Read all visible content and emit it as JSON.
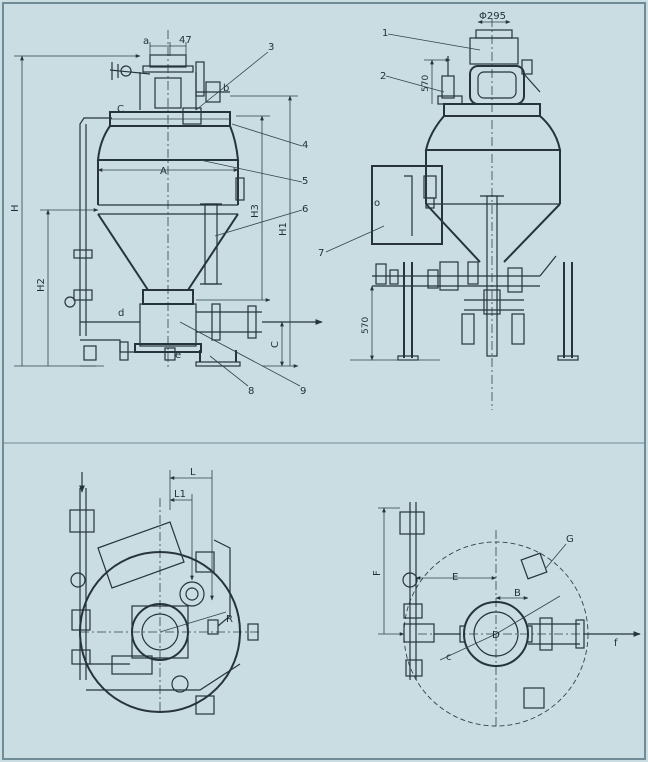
{
  "front_view": {
    "labels": {
      "a": "a",
      "dim_47": "47",
      "b": "b",
      "c": "C",
      "A": "A",
      "H": "H",
      "H1": "H1",
      "H2": "H2",
      "H3": "H3",
      "d": "d",
      "e": "e",
      "C_lower": "C",
      "n3": "3",
      "n4": "4",
      "n5": "5",
      "n6": "6",
      "n8": "8",
      "n9": "9"
    }
  },
  "side_view": {
    "labels": {
      "phi295": "Φ295",
      "n1": "1",
      "n2": "2",
      "dim_570_top": "570",
      "n7": "7",
      "o": "o",
      "dim_570_bottom": "570"
    }
  },
  "plan_left": {
    "labels": {
      "L": "L",
      "L1": "L1",
      "R": "R"
    }
  },
  "plan_right": {
    "labels": {
      "F": "F",
      "E": "E",
      "B": "B",
      "D": "D",
      "G": "G",
      "f": "f",
      "c": "c"
    }
  },
  "colors": {
    "background": "#c9dde3",
    "line": "#27343c",
    "frame": "#6f8c96"
  }
}
